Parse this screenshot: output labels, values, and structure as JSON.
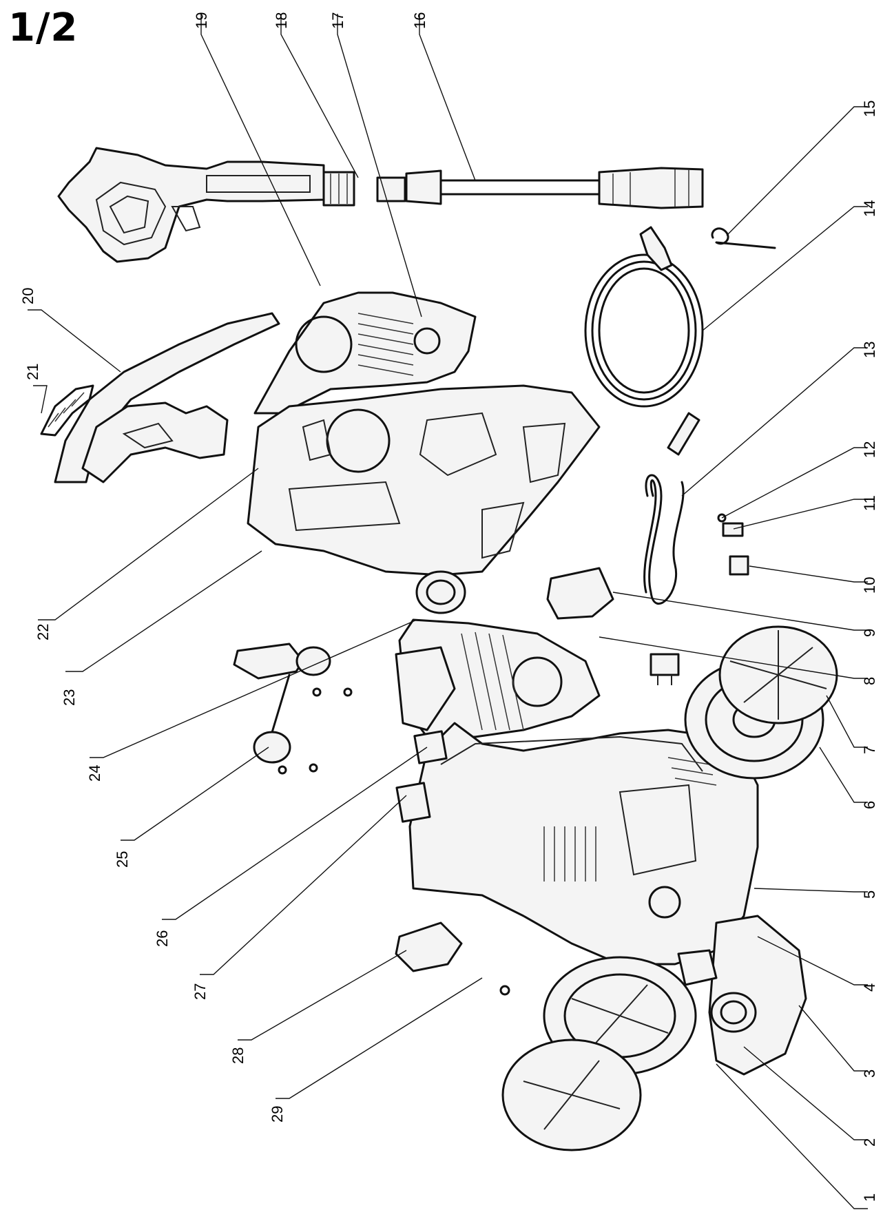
{
  "page_label": "1/2",
  "callouts": {
    "c1": "1",
    "c2": "2",
    "c3": "3",
    "c4": "4",
    "c5": "5",
    "c6": "6",
    "c7": "7",
    "c8": "8",
    "c9": "9",
    "c10": "10",
    "c11": "11",
    "c12": "12",
    "c13": "13",
    "c14": "14",
    "c15": "15",
    "c16": "16",
    "c17": "17",
    "c18": "18",
    "c19": "19",
    "c20": "20",
    "c21": "21",
    "c22": "22",
    "c23": "23",
    "c24": "24",
    "c25": "25",
    "c26": "26",
    "c27": "27",
    "c28": "28",
    "c29": "29"
  }
}
